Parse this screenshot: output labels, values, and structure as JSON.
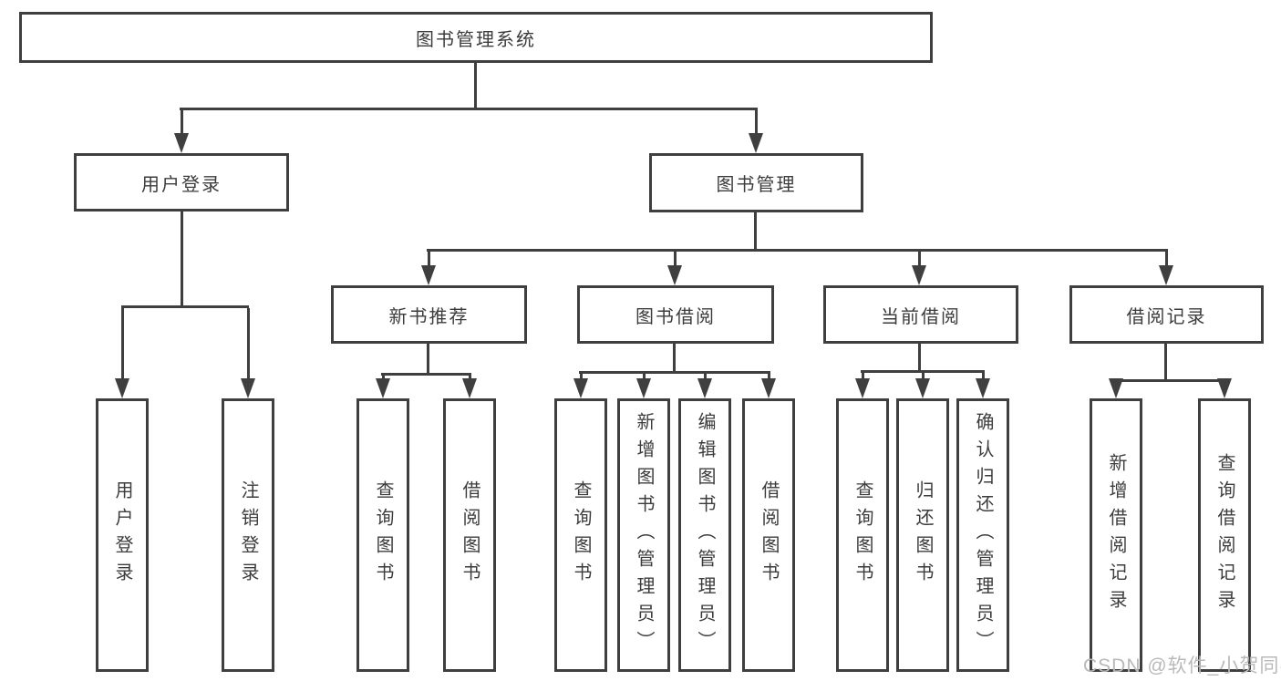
{
  "watermark": "CSDN @软件_小贺同学",
  "colors": {
    "line": "#3f3f3f",
    "text": "#3c3c3c",
    "watermark": "#b9b9b9",
    "background": "#ffffff"
  },
  "diagram": {
    "root": {
      "label": "图书管理系统"
    },
    "branches": [
      {
        "label": "用户登录",
        "children": [
          {
            "label": "用户登录"
          },
          {
            "label": "注销登录"
          }
        ]
      },
      {
        "label": "图书管理",
        "groups": [
          {
            "label": "新书推荐",
            "children": [
              {
                "label": "查询图书"
              },
              {
                "label": "借阅图书"
              }
            ]
          },
          {
            "label": "图书借阅",
            "children": [
              {
                "label": "查询图书"
              },
              {
                "label": "新增图书（管理员）"
              },
              {
                "label": "编辑图书（管理员）"
              },
              {
                "label": "借阅图书"
              }
            ]
          },
          {
            "label": "当前借阅",
            "children": [
              {
                "label": "查询图书"
              },
              {
                "label": "归还图书"
              },
              {
                "label": "确认归还（管理员）"
              }
            ]
          },
          {
            "label": "借阅记录",
            "children": [
              {
                "label": "新增借阅记录"
              },
              {
                "label": "查询借阅记录"
              }
            ]
          }
        ]
      }
    ]
  }
}
